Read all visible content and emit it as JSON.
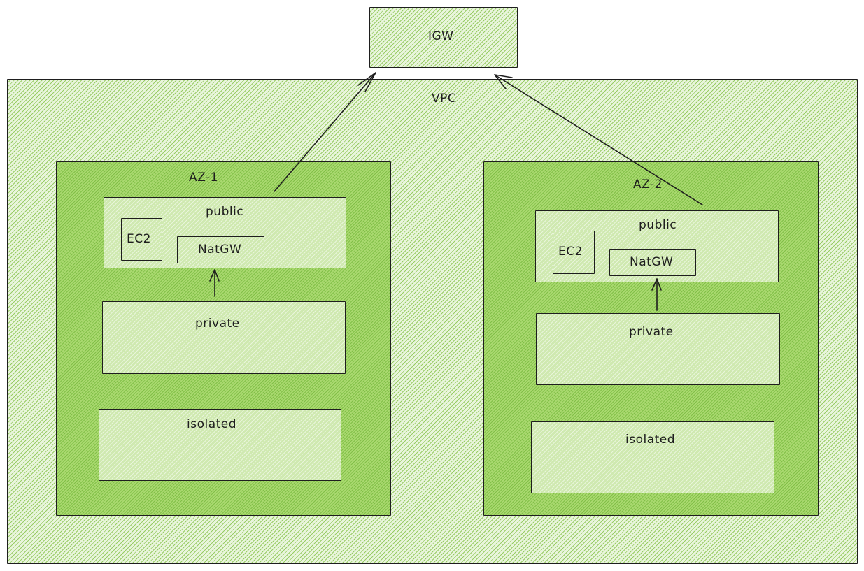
{
  "igw": {
    "label": "IGW"
  },
  "vpc": {
    "label": "VPC"
  },
  "az1": {
    "label": "AZ-1",
    "public": {
      "label": "public",
      "ec2": "EC2",
      "natgw": "NatGW"
    },
    "private": {
      "label": "private"
    },
    "isolated": {
      "label": "isolated"
    }
  },
  "az2": {
    "label": "AZ-2",
    "public": {
      "label": "public",
      "ec2": "EC2",
      "natgw": "NatGW"
    },
    "private": {
      "label": "private"
    },
    "isolated": {
      "label": "isolated"
    }
  },
  "colors": {
    "stroke": "#1e1e1e",
    "fill_green": "#a9d96f",
    "hatch_green": "#7cbe3c"
  }
}
